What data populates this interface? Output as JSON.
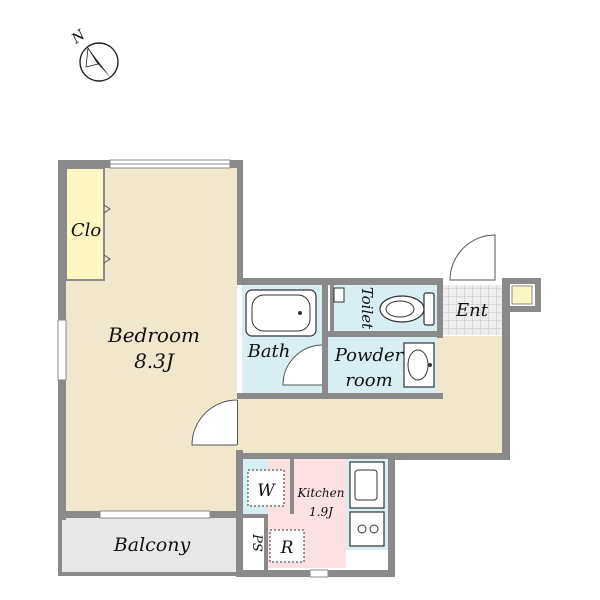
{
  "compass": {
    "north_label": "N"
  },
  "rooms": {
    "closet": "Clo",
    "bedroom_name": "Bedroom",
    "bedroom_size": "8.3J",
    "bath": "Bath",
    "toilet": "Toilet",
    "powder_line1": "Powder",
    "powder_line2": "room",
    "entrance": "Ent",
    "kitchen_name": "Kitchen",
    "kitchen_size": "1.9J",
    "washer": "W",
    "refrigerator": "R",
    "pipe_space": "PS",
    "balcony": "Balcony"
  },
  "colors": {
    "bedroom": "#f0e7cc",
    "closet": "#fbf6c2",
    "wet_area": "#d8eef3",
    "kitchen": "#fbe1e1",
    "balcony": "#e8e8e8",
    "wall": "#8a8a8a",
    "entrance_tile": "#eeeeee"
  }
}
